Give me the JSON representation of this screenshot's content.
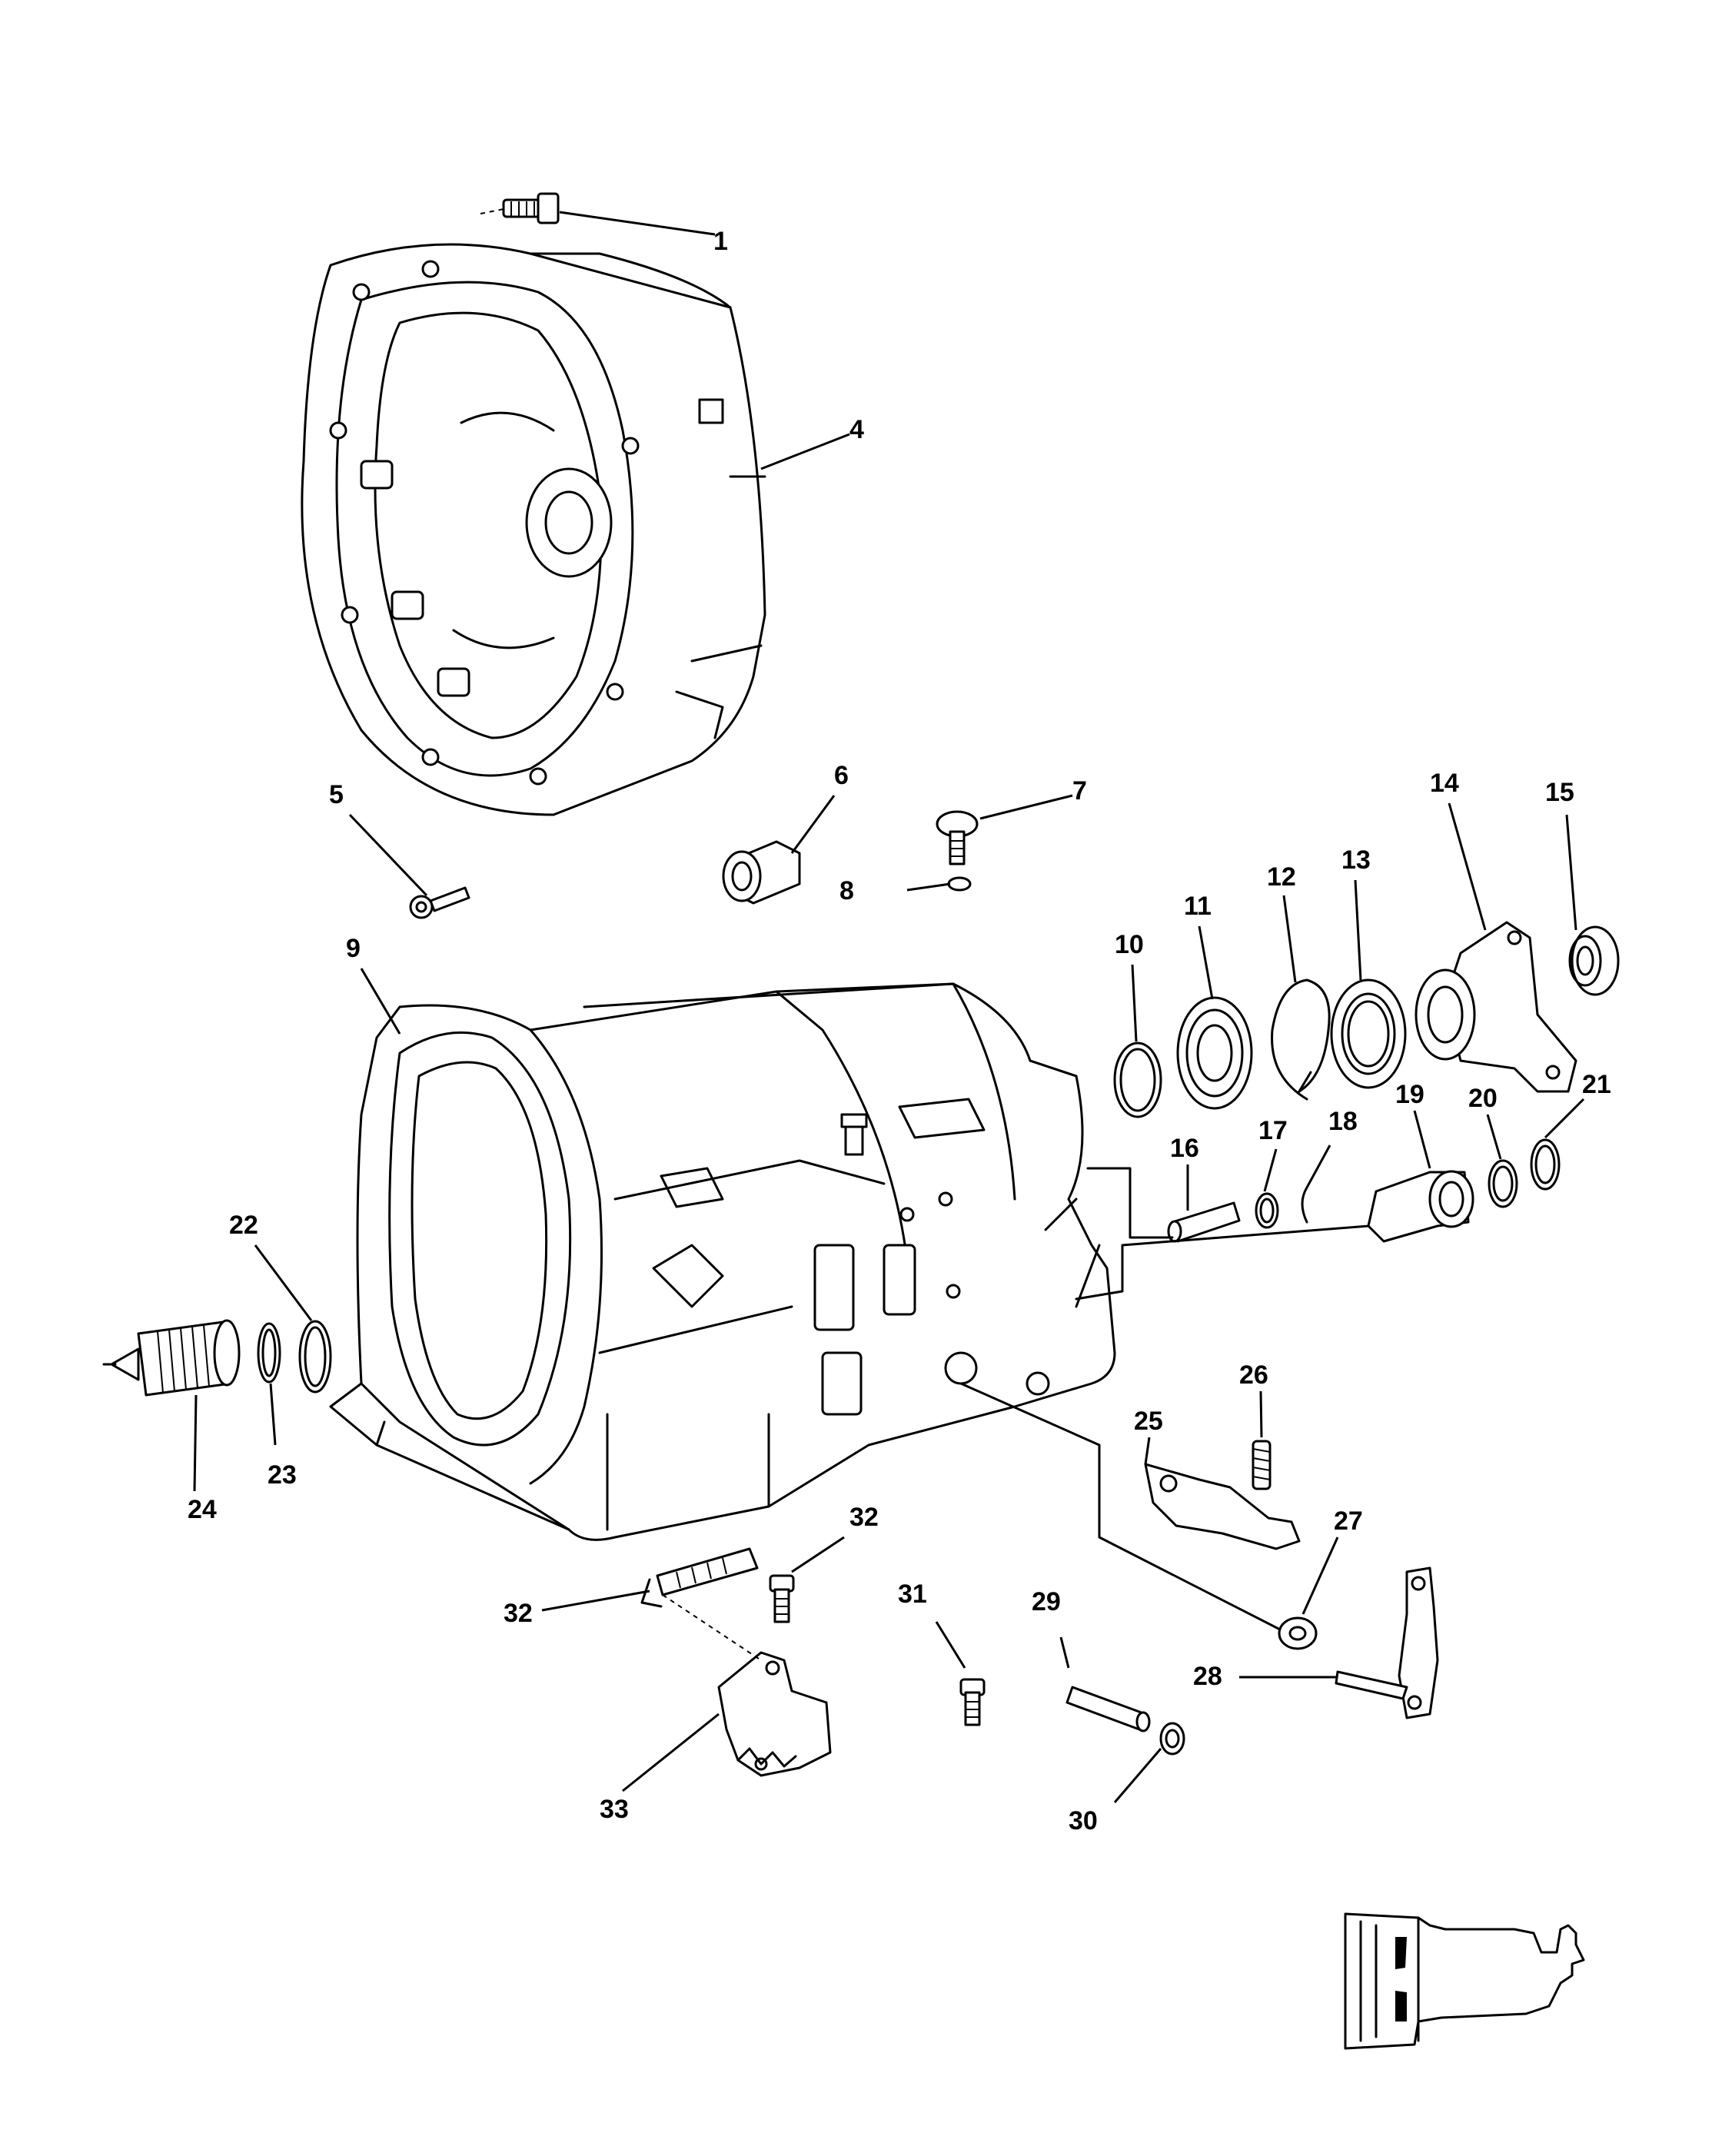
{
  "callouts": [
    "1",
    "4",
    "5",
    "6",
    "7",
    "8",
    "9",
    "10",
    "11",
    "12",
    "13",
    "14",
    "15",
    "16",
    "17",
    "18",
    "19",
    "20",
    "21",
    "22",
    "23",
    "24",
    "25",
    "26",
    "27",
    "28",
    "29",
    "30",
    "31",
    "32",
    "32",
    "33"
  ],
  "icons": {
    "thumbnail": "transmission-silhouette-icon"
  }
}
